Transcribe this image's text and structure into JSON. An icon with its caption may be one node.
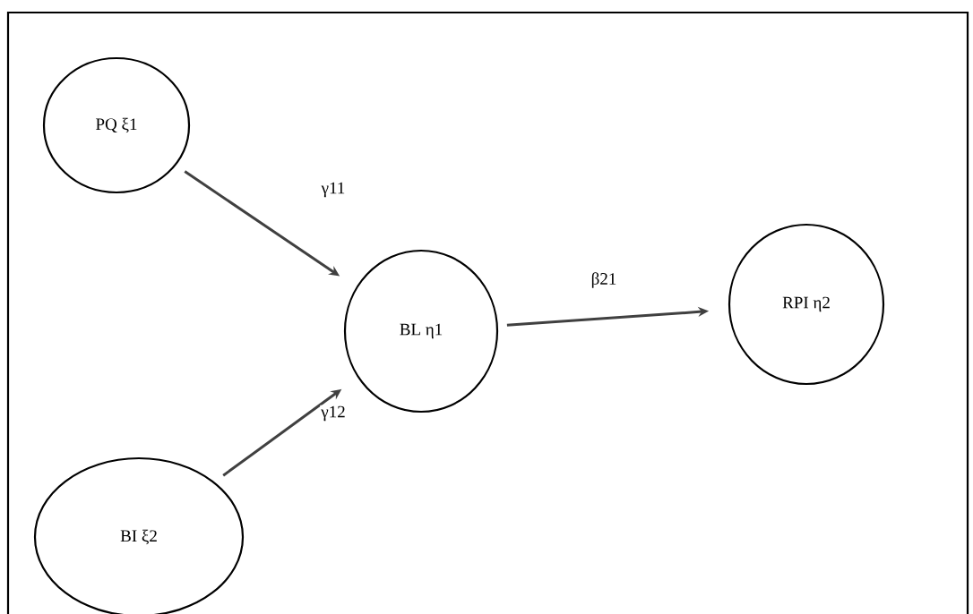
{
  "diagram": {
    "nodes": [
      {
        "text": [
          "PQ ξ1"
        ]
      },
      {
        "text": [
          "BL η1"
        ]
      },
      {
        "text": [
          "RPI η2"
        ]
      },
      {
        "text": [
          "BI ξ2"
        ]
      }
    ],
    "edges": [
      {
        "from": 0,
        "to": 1,
        "arrow": "to",
        "label": "γ11"
      },
      {
        "from": 3,
        "to": 1,
        "arrow": "to",
        "label": "γ12"
      },
      {
        "from": 1,
        "to": 2,
        "arrow": "to",
        "label": "β21"
      }
    ]
  }
}
